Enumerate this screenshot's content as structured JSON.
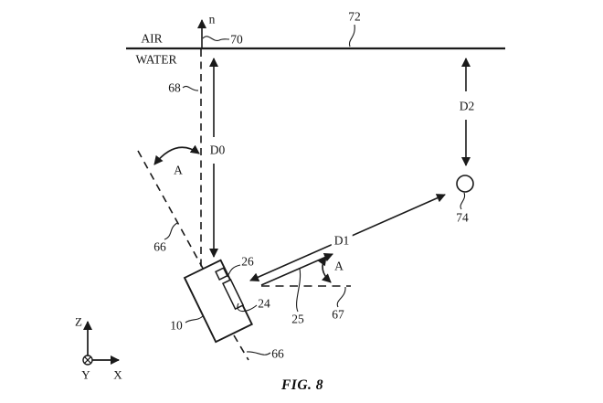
{
  "figure": {
    "caption": "FIG. 8",
    "colors": {
      "ink": "#1a1a1a",
      "background": "#ffffff"
    },
    "regions": {
      "air": "AIR",
      "water": "WATER"
    },
    "labels": {
      "normal_vector": "n",
      "d0": "D0",
      "d1": "D1",
      "d2": "D2",
      "angle_upper": "A",
      "angle_lower": "A",
      "ref10": "10",
      "ref24": "24",
      "ref25": "25",
      "ref26": "26",
      "ref66_upper": "66",
      "ref66_lower": "66",
      "ref67": "67",
      "ref68": "68",
      "ref70": "70",
      "ref72": "72",
      "ref74": "74"
    },
    "axes": {
      "x": "X",
      "y": "Y",
      "z": "Z"
    }
  }
}
